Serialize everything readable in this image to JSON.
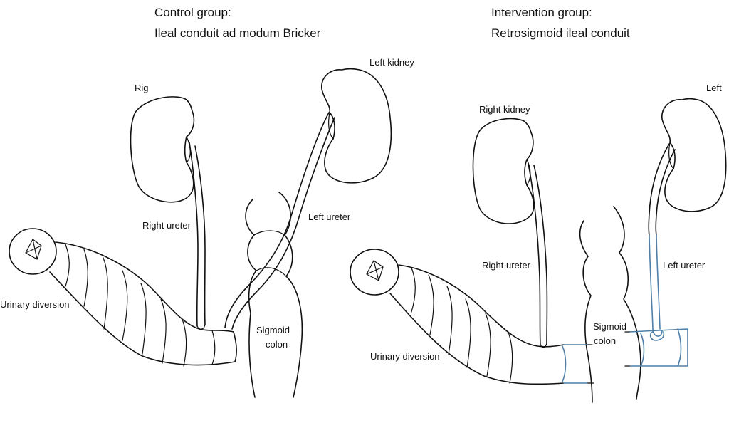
{
  "control": {
    "title_line1": "Control group:",
    "title_line2": "Ileal conduit ad modum Bricker",
    "labels": {
      "right_kidney": "Rig",
      "left_kidney": "Left kidney",
      "right_ureter": "Right ureter",
      "left_ureter": "Left ureter",
      "urinary_diversion": "Urinary diversion",
      "sigmoid_colon_line1": "Sigmoid",
      "sigmoid_colon_line2": "colon"
    }
  },
  "intervention": {
    "title_line1": "Intervention group:",
    "title_line2": "Retrosigmoid ileal conduit",
    "labels": {
      "right_kidney": "Right kidney",
      "left_kidney": "Left",
      "right_ureter": "Right ureter",
      "left_ureter": "Left ureter",
      "urinary_diversion": "Urinary diversion",
      "sigmoid_colon_line1": "Sigmoid",
      "sigmoid_colon_line2": "colon"
    }
  },
  "colors": {
    "ink": "#111111",
    "retrosigmoid_highlight": "#4f7fa8",
    "background": "#ffffff"
  }
}
